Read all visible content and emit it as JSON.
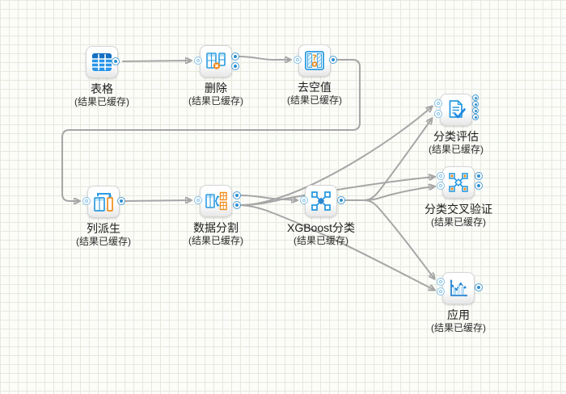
{
  "canvas": {
    "type": "workflow-editor",
    "background": "grid"
  },
  "colors": {
    "node_blue": "#2b9be0",
    "badge_orange": "#f18a1f",
    "edge_gray": "#a6a6a6",
    "port_blue": "#5fa9dc",
    "grid_line": "#e4e9dd"
  },
  "nodes": [
    {
      "label": "表格",
      "status": "(结果已缓存)"
    },
    {
      "label": "删除",
      "status": "(结果已缓存)"
    },
    {
      "label": "去空值",
      "status": "(结果已缓存)"
    },
    {
      "label": "列派生",
      "status": "(结果已缓存)"
    },
    {
      "label": "数据分割",
      "status": "(结果已缓存)"
    },
    {
      "label": "XGBoost分类",
      "status": "(结果已缓存)"
    },
    {
      "label": "分类评估",
      "status": "(结果已缓存)"
    },
    {
      "label": "分类交叉验证",
      "status": "(结果已缓存)"
    },
    {
      "label": "应用",
      "status": "(结果已缓存)"
    }
  ],
  "edges": [
    {
      "from": "表格",
      "to": "删除"
    },
    {
      "from": "删除",
      "to": "去空值"
    },
    {
      "from": "去空值",
      "to": "列派生"
    },
    {
      "from": "列派生",
      "to": "数据分割"
    },
    {
      "from": "数据分割",
      "to": "XGBoost分类"
    },
    {
      "from": "数据分割",
      "to": "分类评估"
    },
    {
      "from": "数据分割",
      "to": "分类交叉验证"
    },
    {
      "from": "数据分割",
      "to": "应用"
    },
    {
      "from": "XGBoost分类",
      "to": "分类评估"
    },
    {
      "from": "XGBoost分类",
      "to": "分类交叉验证"
    },
    {
      "from": "XGBoost分类",
      "to": "应用"
    }
  ]
}
